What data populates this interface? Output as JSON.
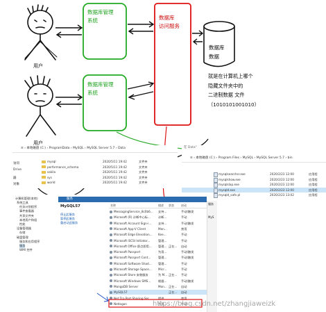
{
  "diagram": {
    "user_top_label": "用户",
    "user_bottom_label": "用户",
    "mgmt_top": [
      "数据库管理",
      "系统"
    ],
    "mgmt_bottom": [
      "数据库管理",
      "系统"
    ],
    "access_service": [
      "数据库",
      "访问服务"
    ],
    "cylinder": [
      "数据库",
      "数据"
    ],
    "note": [
      "就是在计算机上哪个",
      "隐藏文件夹中的",
      "二进制数据 文件",
      "（1010101001010）"
    ],
    "colors": {
      "green": "#22aa22",
      "red": "#dd1111",
      "black": "#111111"
    }
  },
  "explorer_data": {
    "address": "≡  › 本地磁盘 (C:) › ProgramData › MySQL › MySQL Server 5.7 › Data",
    "sidebar": [
      "访问",
      "Drive",
      "",
      "",
      "器",
      "对象"
    ],
    "rows": [
      {
        "name": "mysql",
        "date": "2020/5/11 19:42",
        "type": "文件夹"
      },
      {
        "name": "performance_schema",
        "date": "2020/5/11 19:42",
        "type": "文件夹"
      },
      {
        "name": "sakila",
        "date": "2020/5/11 19:42",
        "type": "文件夹"
      },
      {
        "name": "sys",
        "date": "2020/5/11 19:42",
        "type": "文件夹"
      },
      {
        "name": "world",
        "date": "2020/5/11 19:42",
        "type": "文件夹"
      }
    ]
  },
  "explorer_bin": {
    "address_top": "在 Data\"",
    "address": "≡  › 本地磁盘 (C:) › Program Files › MySQL › MySQL Server 5.7 › bin",
    "rows": [
      {
        "name": "mysqlsearchsr.exe",
        "date": "2020/2/23 12:00",
        "type": "应用程"
      },
      {
        "name": "mysqlshow.exe",
        "date": "2020/2/23 12:00",
        "type": "应用程"
      },
      {
        "name": "mysqlslap.exe",
        "date": "2020/2/23 12:00",
        "type": "应用程"
      },
      {
        "name": "mysqld.exe",
        "date": "2020/2/23 12:00",
        "type": "应用程"
      },
      {
        "name": "mysqld_safe.pl",
        "date": "2020/2/23 13:02",
        "type": "应用程"
      }
    ]
  },
  "services": {
    "window_title": "服务",
    "left_title": "MySQL57",
    "links": [
      "停止此服务",
      "暂停此服务",
      "重启动此服务"
    ],
    "columns": [
      "名称",
      "描述",
      "状态",
      "启动"
    ],
    "rows": [
      {
        "name": "MessagingService_8c0b6...",
        "desc": "支持...",
        "state": "",
        "start": "手动(触发"
      },
      {
        "name": "Microsoft (R) 诊断中心标...",
        "desc": "诊断...",
        "state": "",
        "start": "手动"
      },
      {
        "name": "Microsoft Account Sign-i...",
        "desc": "支持...",
        "state": "",
        "start": "手动(触发"
      },
      {
        "name": "Microsoft App-V Client",
        "desc": "Man...",
        "state": "",
        "start": "禁用"
      },
      {
        "name": "Microsoft Edge Elevation...",
        "desc": "Kee...",
        "state": "",
        "start": "手动"
      },
      {
        "name": "Microsoft iSCSI Initiator...",
        "desc": "管理...",
        "state": "",
        "start": "手动"
      },
      {
        "name": "Microsoft Office 即点即用...",
        "desc": "管理...",
        "state": "正在...",
        "start": "自动"
      },
      {
        "name": "Microsoft Passport",
        "desc": "为用...",
        "state": "",
        "start": "手动(触发"
      },
      {
        "name": "Microsoft Passport Cont...",
        "desc": "管理...",
        "state": "",
        "start": "手动(触发"
      },
      {
        "name": "Microsoft Software Shad...",
        "desc": "管理...",
        "state": "",
        "start": "手动"
      },
      {
        "name": "Microsoft Storage Space...",
        "desc": "Micr...",
        "state": "",
        "start": "手动"
      },
      {
        "name": "Microsoft Store 安装服务",
        "desc": "为 M...",
        "state": "正在...",
        "start": "手动"
      },
      {
        "name": "Microsoft Windows SMS...",
        "desc": "根据...",
        "state": "",
        "start": "手动(触发"
      },
      {
        "name": "MongoDB Server",
        "desc": "Mon...",
        "state": "正在...",
        "start": "自动"
      },
      {
        "name": "MySQL57",
        "desc": "",
        "state": "正在...",
        "start": "自动"
      },
      {
        "name": "Net.Tcp Port Sharing Ser...",
        "desc": "提供...",
        "state": "",
        "start": "禁用"
      },
      {
        "name": "Netlogon",
        "desc": "为用...",
        "state": "",
        "start": "手动"
      }
    ]
  },
  "mgmt_console": {
    "root": "计算机管理(本地)",
    "items": [
      "系统工具",
      "任务计划程序",
      "事件查看器",
      "共享文件夹",
      "本地用户和组",
      "性能",
      "设备管理器",
      "存储",
      "磁盘管理",
      "服务和应用程序",
      "服务",
      "WMI 控件"
    ]
  },
  "right_panel": [
    "服务",
    "MyS"
  ],
  "watermark": "https://blog.csdn.net/zhangjiaweizk"
}
